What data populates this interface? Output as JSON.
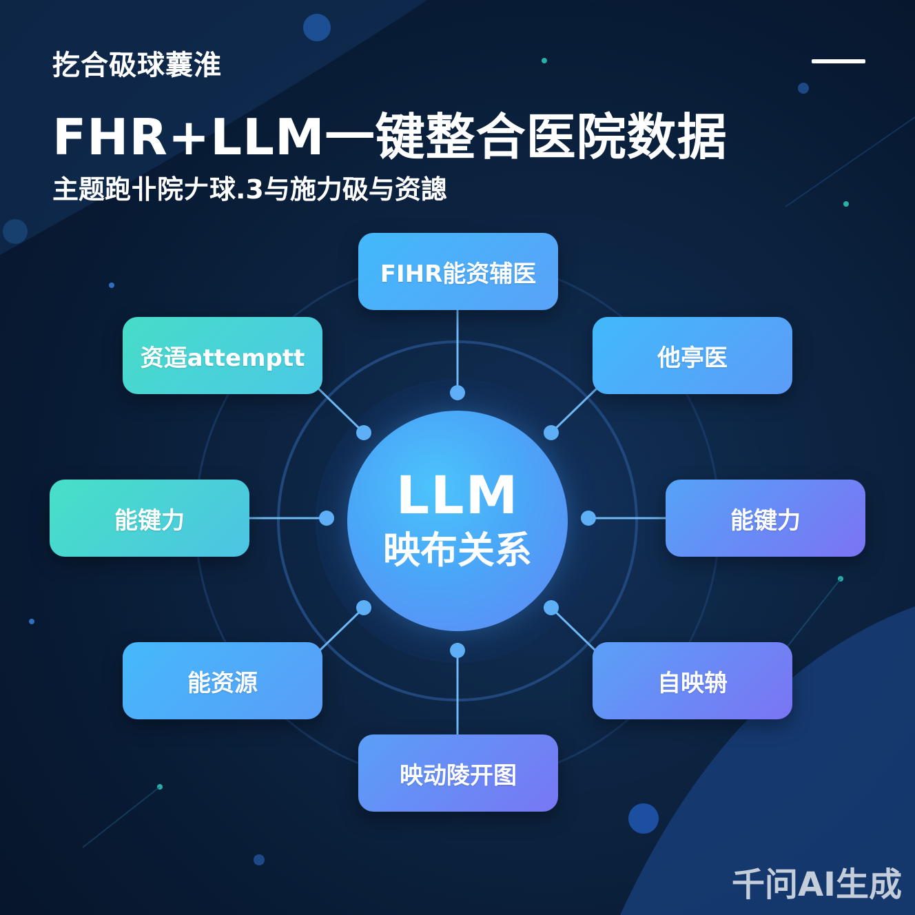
{
  "header": {
    "kicker": "扢合砐球蘘淮",
    "title": "FHR+LLM一键整合医院数据",
    "subtitle": "主题跑卝院𠂇球.3与施力砐与资謥"
  },
  "diagram": {
    "hub": {
      "line1": "LLM",
      "line2": "映布关系"
    },
    "nodes": {
      "top": "FIHR能资辅医",
      "top_left": "资逜attemptt",
      "top_right": "他亭医",
      "left": "能键力",
      "right": "能键力",
      "bottom_left": "能资源",
      "bottom_right": "自映辀",
      "bottom": "映动陵开图"
    }
  },
  "watermark": "千问AI生成",
  "colors": {
    "background": "#0b2240",
    "teal_node": "#47dcc8",
    "blue_node": "#42b9fb",
    "violet_node": "#7b74f3",
    "connector": "#6fb8f6"
  }
}
